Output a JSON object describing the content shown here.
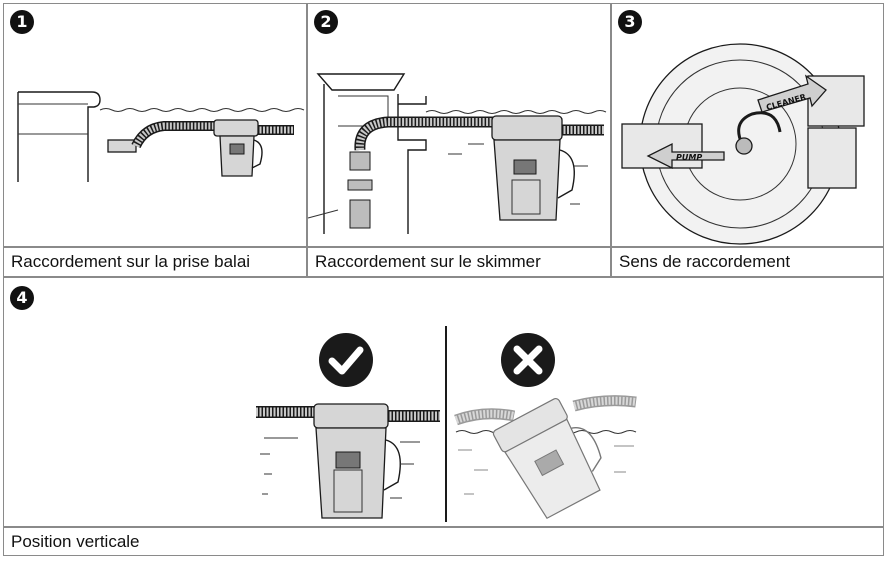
{
  "panels": [
    {
      "number": "1",
      "caption": "Raccordement sur la prise balai"
    },
    {
      "number": "2",
      "caption": "Raccordement sur le skimmer"
    },
    {
      "number": "3",
      "caption": "Sens de raccordement"
    },
    {
      "number": "4",
      "caption": "Position verticale"
    }
  ],
  "diagram_labels": {
    "cleaner": "CLEANER",
    "pump": "PUMP"
  },
  "icons": {
    "correct": "checkmark-icon",
    "incorrect": "cross-icon"
  }
}
